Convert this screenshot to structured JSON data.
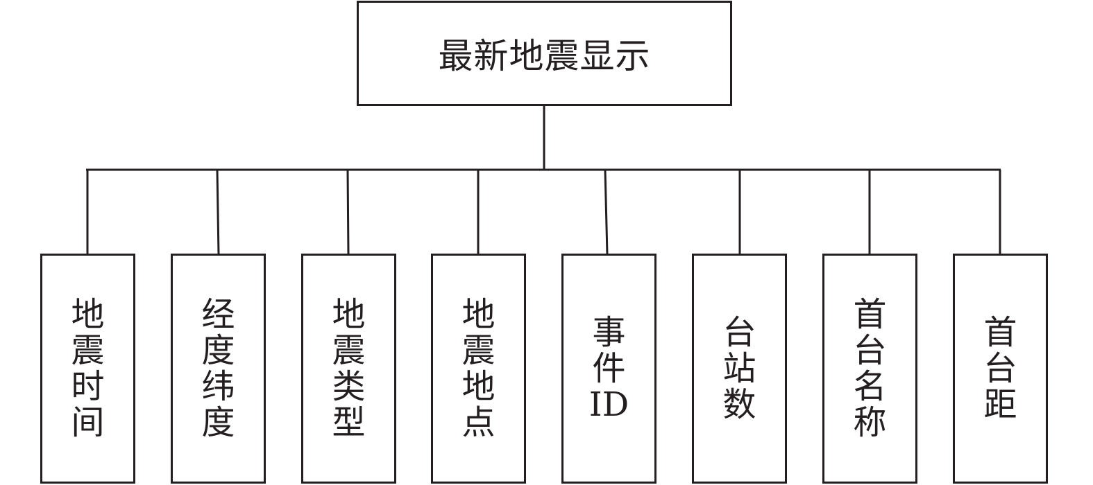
{
  "root": {
    "label": "最新地震显示"
  },
  "children": [
    {
      "label": "地震时间"
    },
    {
      "label": "经度纬度"
    },
    {
      "label": "地震类型"
    },
    {
      "label": "地震地点"
    },
    {
      "label": "事件ID"
    },
    {
      "label": "台站数"
    },
    {
      "label": "首台名称"
    },
    {
      "label": "首台距"
    }
  ],
  "colors": {
    "stroke": "#231f20",
    "background": "#ffffff"
  }
}
